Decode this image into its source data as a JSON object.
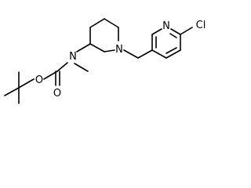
{
  "molecule": {
    "atoms": {
      "carbamate_O_ester": "O",
      "carbamate_O_carbonyl": "O",
      "carbamate_N": "N",
      "ring_N": "N",
      "pyridine_N": "N",
      "chlorine": "Cl"
    }
  }
}
